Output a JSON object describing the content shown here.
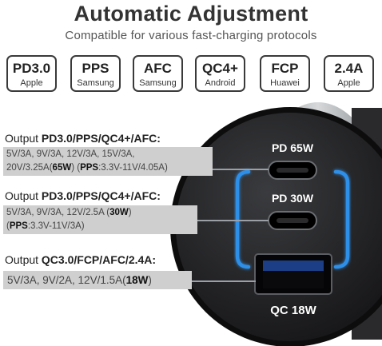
{
  "header": {
    "title": "Automatic Adjustment",
    "subtitle": "Compatible for various fast-charging protocols"
  },
  "protocols": [
    {
      "name": "PD3.0",
      "brand": "Apple"
    },
    {
      "name": "PPS",
      "brand": "Samsung"
    },
    {
      "name": "AFC",
      "brand": "Samsung"
    },
    {
      "name": "QC4+",
      "brand": "Android"
    },
    {
      "name": "FCP",
      "brand": "Huawei"
    },
    {
      "name": "2.4A",
      "brand": "Apple"
    }
  ],
  "outputs": [
    {
      "prefix": "Output ",
      "protocols": "PD3.0/PPS/QC4+/AFC:",
      "line1": "5V/3A, 9V/3A, 12V/3A, 15V/3A,",
      "line2_pre": "20V/3.25A(",
      "line2_bold": "65W",
      "line2_mid": ") (",
      "line2_bold2": "PPS",
      "line2_post": ":3.3V-11V/4.05A)"
    },
    {
      "prefix": "Output ",
      "protocols": "PD3.0/PPS/QC4+/AFC:",
      "line1_pre": "5V/3A, 9V/3A, 12V/2.5A (",
      "line1_bold": "30W",
      "line1_post": ")",
      "line2_pre": "(",
      "line2_bold": "PPS",
      "line2_post": ":3.3V-11V/3A)"
    },
    {
      "prefix": "Output ",
      "protocols": "QC3.0/FCP/AFC/2.4A:",
      "line1_pre": "5V/3A, 9V/2A, 12V/1.5A(",
      "line1_bold": "18W",
      "line1_post": ")"
    }
  ],
  "charger": {
    "port1_label": "PD 65W",
    "port2_label": "PD 30W",
    "port3_label": "QC 18W",
    "glow_color": "#2f8fe8",
    "body_color": "#1c1c1e",
    "shell_color": "#b9bcc0"
  }
}
